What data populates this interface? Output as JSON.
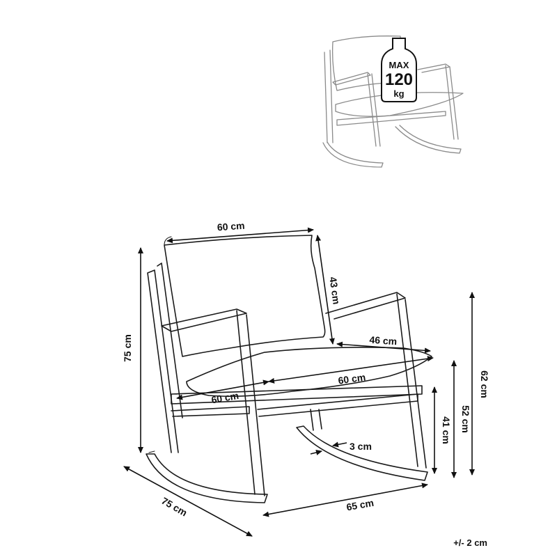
{
  "badge": {
    "line1": "MAX",
    "line2": "120",
    "line3": "kg"
  },
  "dimensions": {
    "cushion_width": "60 cm",
    "backrest_height": "43 cm",
    "total_height": "75 cm",
    "seat_depth": "46 cm",
    "seat_width": "60 cm",
    "seat_depth_side": "60 cm",
    "armrest_height": "62 cm",
    "seat_height_top": "52 cm",
    "seat_height": "41 cm",
    "rocker_width": "3 cm",
    "depth": "75 cm",
    "length": "65 cm"
  },
  "tolerance": "+/- 2 cm"
}
